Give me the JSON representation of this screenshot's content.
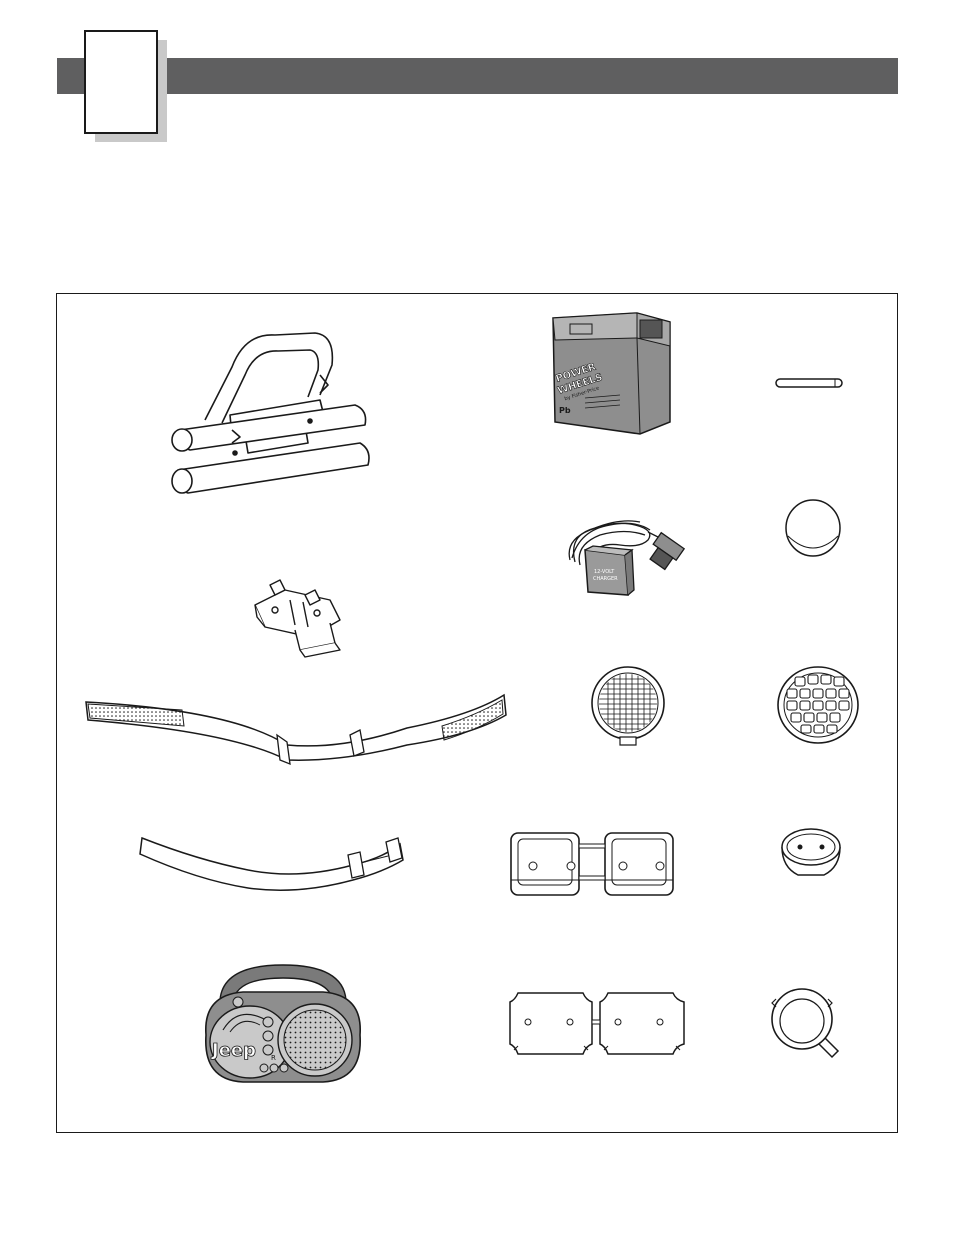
{
  "header": {
    "bar_color": "#5f5f60"
  },
  "tab": {
    "label": ""
  },
  "battery": {
    "brand_line1": "POWER",
    "brand_line2": "WHEELS",
    "maker": "by Fisher-Price",
    "mark": "Pb"
  },
  "charger": {
    "label_line1": "12-VOLT",
    "label_line2": "CHARGER"
  },
  "radio": {
    "brand": "Jeep",
    "mark": "R"
  },
  "parts": [
    "roll-bar",
    "battery",
    "pin",
    "charger",
    "round-cap",
    "connector-bracket",
    "headlight-lens",
    "headlight-grille",
    "long-seat-belt",
    "short-seat-belt",
    "taillight-pair",
    "small-cap",
    "radio",
    "reflector-plates",
    "mirror"
  ]
}
